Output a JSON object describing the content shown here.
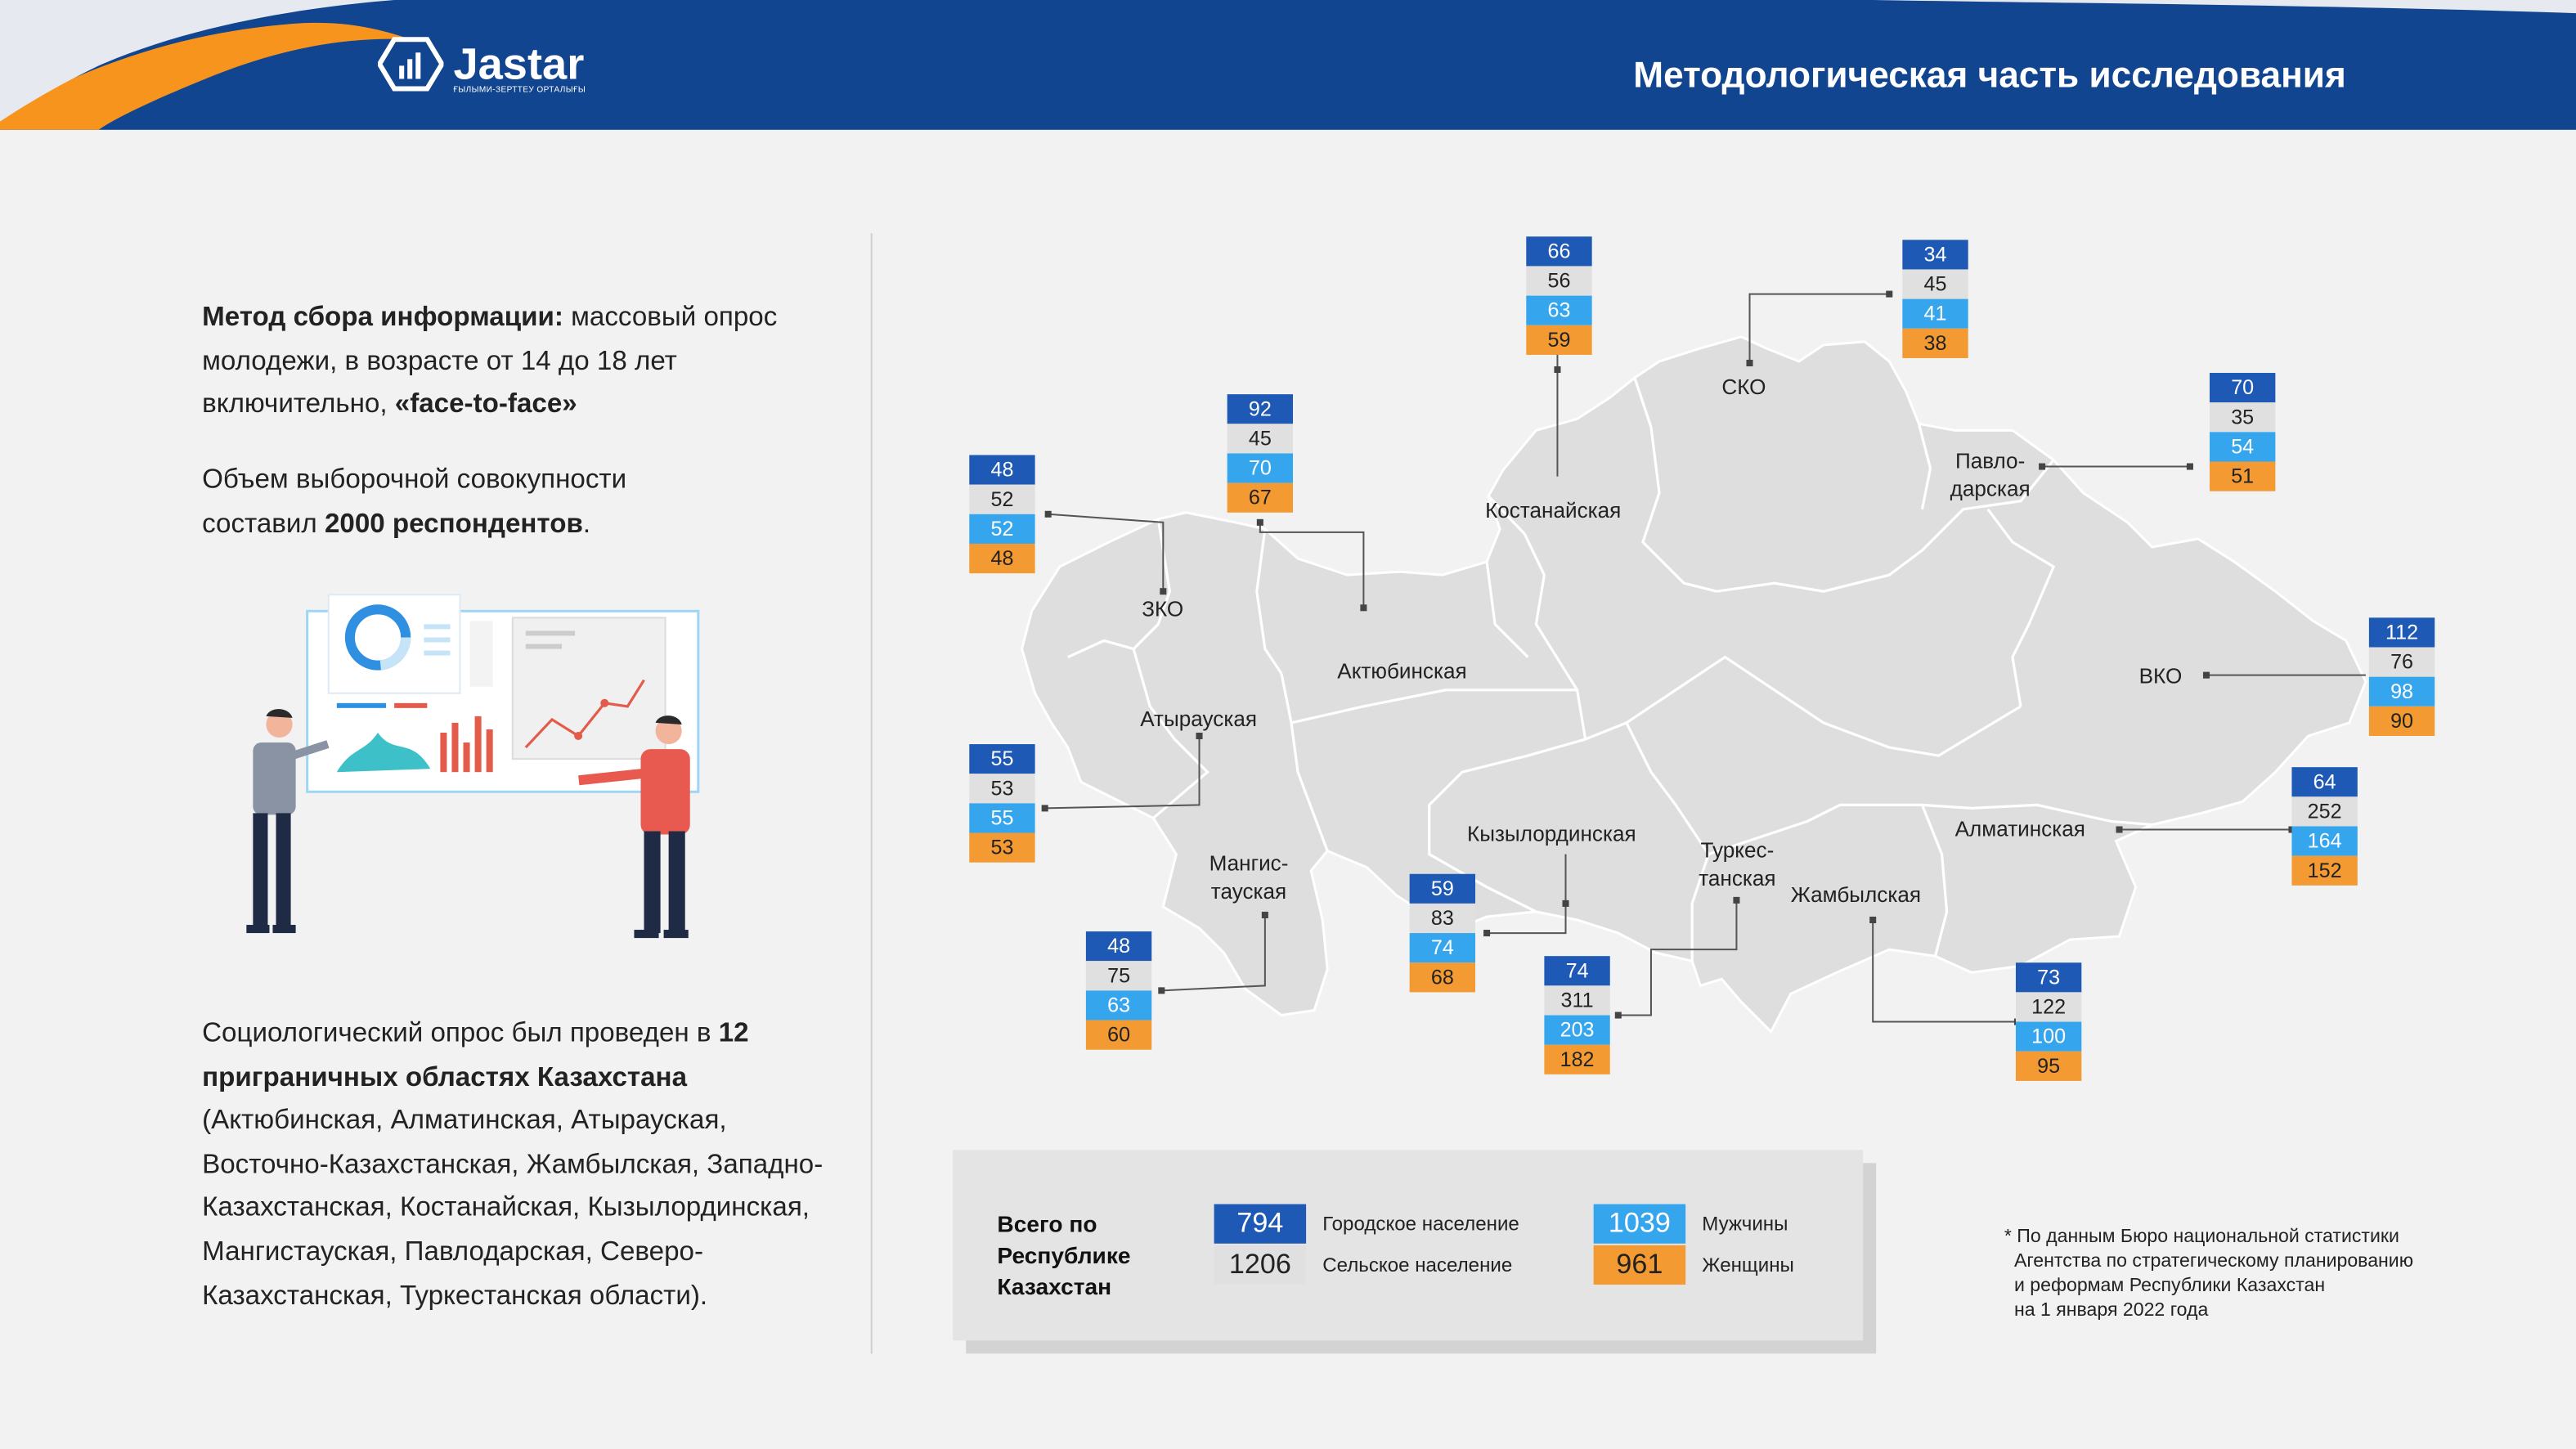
{
  "header": {
    "logo_text": "Jastar",
    "logo_subtitle": "ҒЫЛЫМИ-ЗЕРТТЕУ ОРТАЛЫҒЫ",
    "title": "Методологическая часть исследования"
  },
  "left": {
    "p1_bold": "Метод сбора информации:",
    "p1_rest": " массовый опрос молодежи, в возрасте от 14 до 18 лет включительно, ",
    "p1_bold2": "«face-to-face»",
    "p2_start": "Объем выборочной совокупности составил ",
    "p2_bold": "2000 респондентов",
    "p2_end": ".",
    "p3_start": "Социологический опрос был проведен в ",
    "p3_bold": "12 приграничных областях Казахстана",
    "p3_rest": " (Актюбинская, Алматинская, Атырауская, Восточно-Казахстанская, Жамбылская, Западно-Казахстанская, Костанайская, Кызылординская, Мангистауская, Павлодарская, Северо-Казахстанская, Туркестанская области)."
  },
  "regions": [
    {
      "id": "zko",
      "label": "ЗКО",
      "values": [
        48,
        52,
        52,
        48
      ]
    },
    {
      "id": "aktobe",
      "label": "Актюбинская",
      "values": [
        92,
        45,
        70,
        67
      ]
    },
    {
      "id": "kostanay",
      "label": "Костанайская",
      "values": [
        66,
        56,
        63,
        59
      ]
    },
    {
      "id": "sko",
      "label": "СКО",
      "values": [
        34,
        45,
        41,
        38
      ]
    },
    {
      "id": "pavlodar",
      "label": "Павло-\nдарская",
      "values": [
        70,
        35,
        54,
        51
      ]
    },
    {
      "id": "vko",
      "label": "ВКО",
      "values": [
        112,
        76,
        98,
        90
      ]
    },
    {
      "id": "almaty",
      "label": "Алматинская",
      "values": [
        64,
        252,
        164,
        152
      ]
    },
    {
      "id": "zhambyl",
      "label": "Жамбылская",
      "values": [
        73,
        122,
        100,
        95
      ]
    },
    {
      "id": "turkestan",
      "label": "Туркес-\nтанская",
      "values": [
        74,
        311,
        203,
        182
      ]
    },
    {
      "id": "kyzylorda",
      "label": "Кызылординская",
      "values": [
        59,
        83,
        74,
        68
      ]
    },
    {
      "id": "mangistau",
      "label": "Мангис-\nтауская",
      "values": [
        48,
        75,
        63,
        60
      ]
    },
    {
      "id": "atyrau",
      "label": "Атырауская",
      "values": [
        55,
        53,
        55,
        53
      ]
    }
  ],
  "summary": {
    "title": "Всего по Республике Казахстан",
    "urban_value": "794",
    "urban_label": "Городское население",
    "rural_value": "1206",
    "rural_label": "Сельское население",
    "men_value": "1039",
    "men_label": "Мужчины",
    "women_value": "961",
    "women_label": "Женщины"
  },
  "footnote": {
    "l1": "* По данным Бюро национальной статистики",
    "l2": "Агентства по стратегическому планированию",
    "l3": "и реформам Республики Казахстан",
    "l4": "на 1 января 2022 года"
  },
  "colors": {
    "header": "#12458f",
    "accent_orange": "#f7941d",
    "box_dark_blue": "#1d59b5",
    "box_grey": "#e0e0e0",
    "box_light_blue": "#35a6ee",
    "box_orange": "#f39a33",
    "map_fill": "#dedede"
  }
}
